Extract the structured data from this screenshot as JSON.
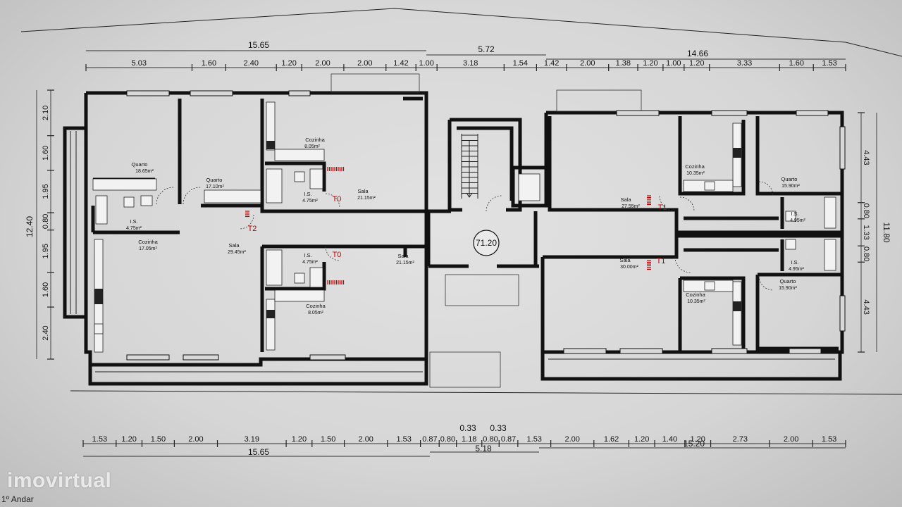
{
  "plan": {
    "top_dims": {
      "total_left": "15.65",
      "total_center": "5.72",
      "total_right": "14.66",
      "row": [
        "5.03",
        "1.60",
        "2.40",
        "1.20",
        "2.00",
        "2.00",
        "1.42",
        "1.00",
        "3.18",
        "1.54",
        "1.42",
        "2.00",
        "1.38",
        "1.20",
        "1.00",
        "1.20",
        "3.33",
        "1.60",
        "1.53"
      ]
    },
    "bottom_dims": {
      "row": [
        "1.53",
        "1.20",
        "1.50",
        "2.00",
        "3.19",
        "1.20",
        "1.50",
        "2.00",
        "1.53",
        "0.87",
        "0.80",
        "1.18",
        "0.80",
        "0.87",
        "1.53",
        "2.00",
        "1.62",
        "1.20",
        "1.40",
        "1.20",
        "2.73",
        "2.00",
        "1.53"
      ],
      "small_top": [
        "0.33",
        "0.33"
      ],
      "total_left": "15.65",
      "total_center": "5.18",
      "total_right": "15.20"
    },
    "left_dims": {
      "total": "12.40",
      "row": [
        "2.10",
        "1.60",
        "1.95",
        "0.80",
        "1.95",
        "1.60",
        "2.40"
      ]
    },
    "right_dims": {
      "total": "11.80",
      "row": [
        "4.43",
        "0.80",
        "1.33",
        "0.80",
        "4.43"
      ]
    },
    "core_area": "71.20",
    "rooms": {
      "t2_quarto_1": {
        "label": "Quarto",
        "area": "18.65m²"
      },
      "t2_quarto_2": {
        "label": "Quarto",
        "area": "17.10m²"
      },
      "t2_is": {
        "label": "I.S.",
        "area": "4.75m²"
      },
      "t2_cozinha": {
        "label": "Cozinha",
        "area": "17.05m²"
      },
      "t2_sala": {
        "label": "Sala",
        "area": "29.45m²"
      },
      "t0a_cozinha": {
        "label": "Cozinha",
        "area": "8.05m²"
      },
      "t0a_is": {
        "label": "I.S.",
        "area": "4.75m²"
      },
      "t0a_sala": {
        "label": "Sala",
        "area": "21.15m²"
      },
      "t0b_is": {
        "label": "I.S.",
        "area": "4.75m²"
      },
      "t0b_sala": {
        "label": "Sala",
        "area": "21.15m²"
      },
      "t0b_cozinha": {
        "label": "Cozinha",
        "area": "8.05m²"
      },
      "t1a_cozinha": {
        "label": "Cozinha",
        "area": "10.35m²"
      },
      "t1a_quarto": {
        "label": "Quarto",
        "area": "15.90m²"
      },
      "t1a_sala": {
        "label": "Sala",
        "area": "27.55m²"
      },
      "t1a_is": {
        "label": "I.S.",
        "area": "4.95m²"
      },
      "t1b_sala": {
        "label": "Sala",
        "area": "30.00m²"
      },
      "t1b_is": {
        "label": "I.S.",
        "area": "4.95m²"
      },
      "t1b_cozinha": {
        "label": "Cozinha",
        "area": "10.35m²"
      },
      "t1b_quarto": {
        "label": "Quarto",
        "area": "15.90m²"
      }
    },
    "tags": {
      "t2": "T2",
      "t0a": "T0",
      "t0b": "T0",
      "t1a": "T1",
      "t1b": "T1"
    }
  },
  "watermark": "imovirtual",
  "floor_label": "1º Andar"
}
